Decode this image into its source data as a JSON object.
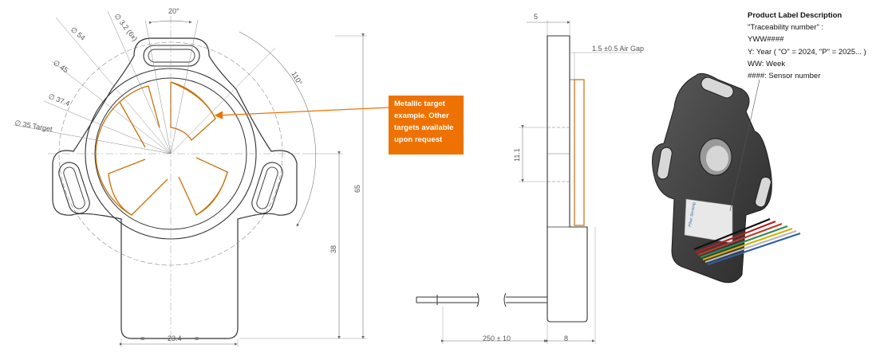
{
  "front_view": {
    "angle_20": "20°",
    "hole_dia": "∅ 3.2 (6x)",
    "dia_54": "∅ 54",
    "dia_45": "∅ 45",
    "dia_37_4": "∅ 37.4",
    "dia_35_target": "∅ 35 Target",
    "angle_110": "110°",
    "height_65": "65",
    "height_38": "38",
    "width_23_4": "23.4",
    "eq_left": "=",
    "eq_right": "="
  },
  "callout": {
    "text_lines": [
      "Metallic target",
      "example. Other",
      "targets available",
      "upon request"
    ]
  },
  "side_view": {
    "thickness_5": "5",
    "air_gap": "1.5 ±0.5  Air Gap",
    "dim_11_1": "11.1",
    "cable_length": "250 ± 10",
    "depth_8": "8"
  },
  "product_label": {
    "title": "Product Label Description",
    "lines": [
      "\"Traceability number\" :",
      "YWW####",
      "Y: Year ( \"O\" = 2024, \"P\" = 2025... )",
      "WW: Week",
      "####: Sensor number"
    ],
    "brand_text": "Piher Sensing"
  },
  "colors": {
    "target_orange": "#c8700a",
    "callout_bg": "#ee7203",
    "line_gray": "#333333",
    "dim_gray": "#666666"
  }
}
